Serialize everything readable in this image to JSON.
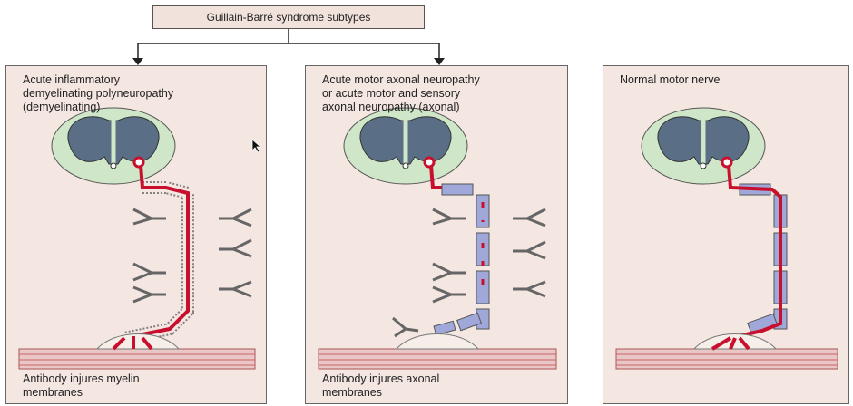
{
  "title": "Guillain-Barré syndrome subtypes",
  "panels": [
    {
      "title": "Acute inflammatory\ndemyelinating polyneuropathy\n(demyelinating)",
      "caption": "Antibody injures myelin\nmembranes"
    },
    {
      "title": "Acute motor axonal neuropathy\nor acute motor and sensory\naxonal neuropathy (axonal)",
      "caption": "Antibody injures axonal\nmembranes"
    },
    {
      "title": "Normal motor nerve",
      "caption": ""
    }
  ],
  "colors": {
    "panel_bg": "#f4e6e1",
    "axon": "#c8102e",
    "myelin": "#9fa8d8",
    "cord_outer": "#cfe6c8",
    "cord_grey": "#5a6f86"
  }
}
